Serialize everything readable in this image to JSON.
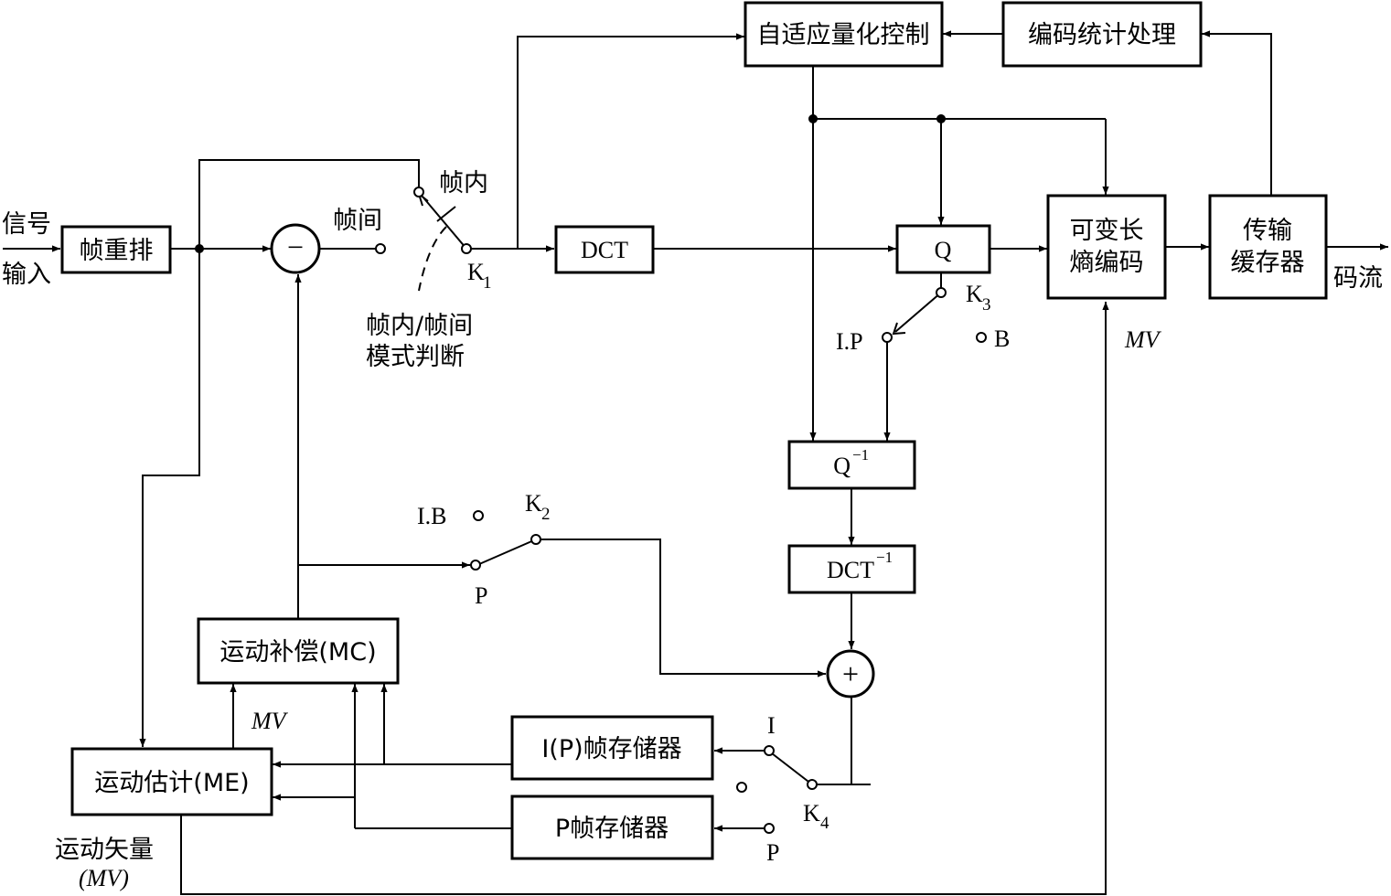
{
  "blocks": {
    "frame_reorder": "帧重排",
    "adaptive_quant": "自适应量化控制",
    "coding_stats": "编码统计处理",
    "dct": "DCT",
    "quant": "Q",
    "vlc_line1": "可变长",
    "vlc_line2": "熵编码",
    "buffer_line1": "传输",
    "buffer_line2": "缓存器",
    "iquant": "Q",
    "iquant_sup": "−1",
    "idct": "DCT",
    "idct_sup": "−1",
    "mc": "运动补偿(MC)",
    "me": "运动估计(ME)",
    "ip_store": "I(P)帧存储器",
    "p_store": "P帧存储器",
    "subtract_symbol": "−",
    "add_symbol": "+"
  },
  "labels": {
    "input_line1": "信号",
    "input_line2": "输入",
    "output": "码流",
    "intra": "帧内",
    "inter": "帧间",
    "mode_line1": "帧内/帧间",
    "mode_line2": "模式判断",
    "k1": "K",
    "k1_sub": "1",
    "k2": "K",
    "k2_sub": "2",
    "k3": "K",
    "k3_sub": "3",
    "k4": "K",
    "k4_sub": "4",
    "k3_ip": "I.P",
    "k3_b": "B",
    "k2_ib": "I.B",
    "k2_p": "P",
    "k4_i": "I",
    "k4_p": "P",
    "mv_vlc": "MV",
    "mv_mc": "MV",
    "motion_vector_line1": "运动矢量",
    "motion_vector_line2": "(MV)"
  }
}
